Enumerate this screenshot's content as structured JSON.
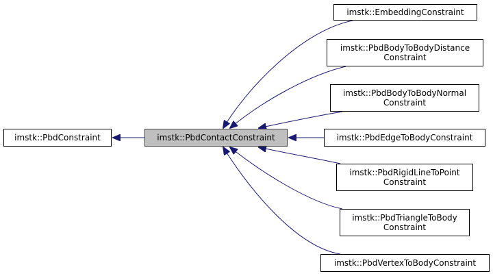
{
  "diagram": {
    "type": "inheritance-graph",
    "edge_color": "#191970",
    "base": {
      "id": "pbd-constraint",
      "label": "imstk::PbdConstraint"
    },
    "current": {
      "id": "pbd-contact-constraint",
      "label": "imstk::PbdContactConstraint",
      "fill": "#bfbfbf"
    },
    "derived": [
      {
        "id": "embedding-constraint",
        "lines": [
          "imstk::EmbeddingConstraint"
        ]
      },
      {
        "id": "pbd-body-to-body-distance-constraint",
        "lines": [
          "imstk::PbdBodyToBodyDistance",
          "Constraint"
        ]
      },
      {
        "id": "pbd-body-to-body-normal-constraint",
        "lines": [
          "imstk::PbdBodyToBodyNormal",
          "Constraint"
        ]
      },
      {
        "id": "pbd-edge-to-body-constraint",
        "lines": [
          "imstk::PbdEdgeToBodyConstraint"
        ]
      },
      {
        "id": "pbd-rigid-line-to-point-constraint",
        "lines": [
          "imstk::PbdRigidLineToPoint",
          "Constraint"
        ]
      },
      {
        "id": "pbd-triangle-to-body-constraint",
        "lines": [
          "imstk::PbdTriangleToBody",
          "Constraint"
        ]
      },
      {
        "id": "pbd-vertex-to-body-constraint",
        "lines": [
          "imstk::PbdVertexToBodyConstraint"
        ]
      }
    ]
  }
}
